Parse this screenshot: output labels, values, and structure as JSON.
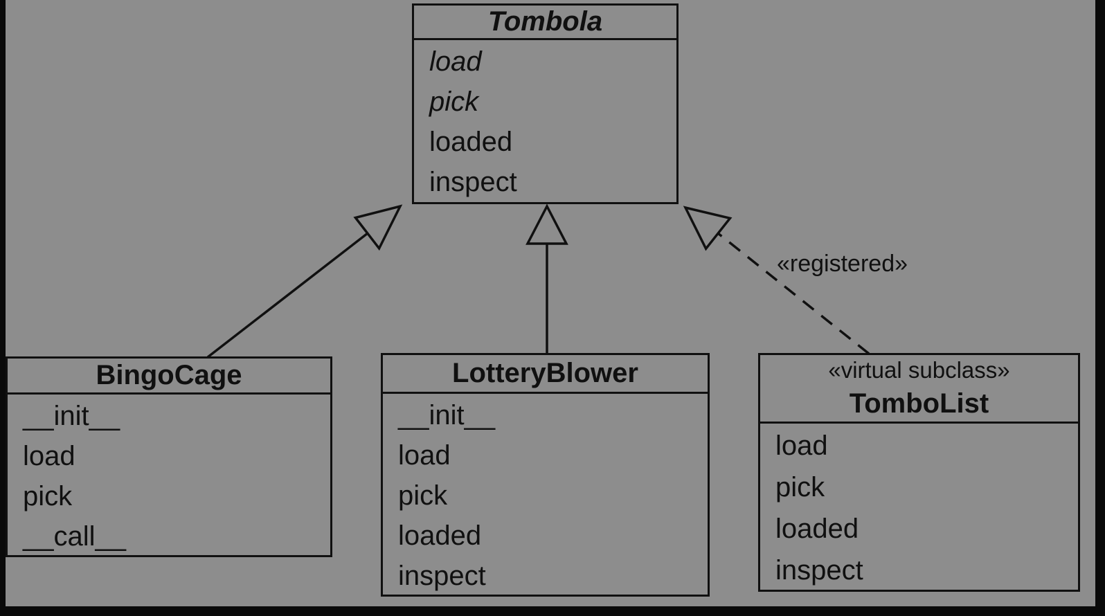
{
  "colors": {
    "background": "#8d8d8d",
    "ink": "#101010",
    "frame": "#0a0a0a"
  },
  "classes": {
    "tombola": {
      "name": "Tombola",
      "members": [
        "load",
        "pick",
        "loaded",
        "inspect"
      ]
    },
    "bingocage": {
      "name": "BingoCage",
      "members": [
        "__init__",
        "load",
        "pick",
        "__call__"
      ]
    },
    "lotteryblower": {
      "name": "LotteryBlower",
      "members": [
        "__init__",
        "load",
        "pick",
        "loaded",
        "inspect"
      ]
    },
    "tombolist": {
      "stereotype": "«virtual subclass»",
      "name": "TomboList",
      "members": [
        "load",
        "pick",
        "loaded",
        "inspect"
      ]
    }
  },
  "edges": {
    "registered_label": "«registered»"
  }
}
